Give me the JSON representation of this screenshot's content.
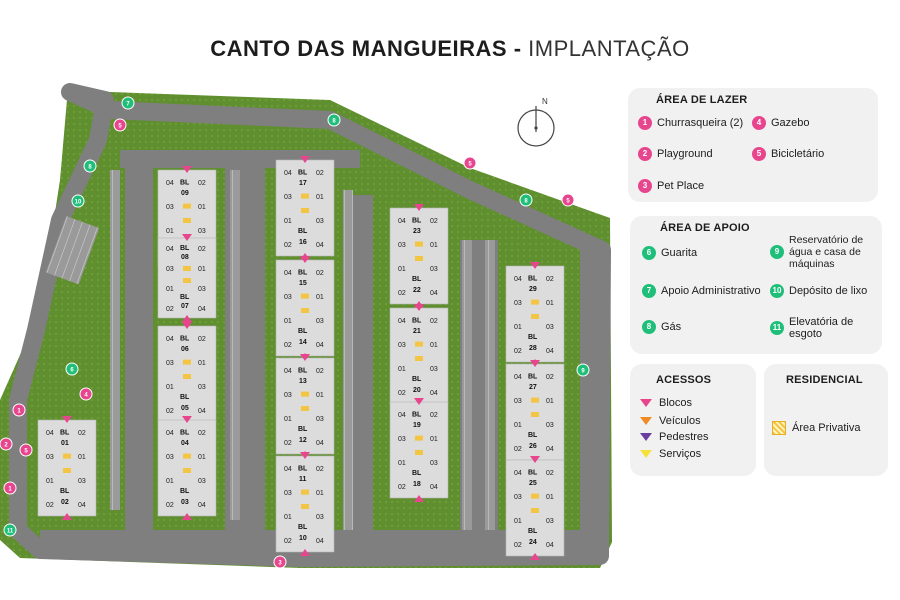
{
  "title": {
    "bold": "CANTO DAS MANGUEIRAS",
    "separator": "-",
    "light": "IMPLANTAÇÃO"
  },
  "colors": {
    "lazer": "#e8458f",
    "apoio": "#1fbf7a",
    "blocos": "#e8458f",
    "veiculos": "#f08a24",
    "pedestres": "#6b3fa0",
    "servicos": "#f4e23a"
  },
  "lazer": {
    "title": "ÁREA DE LAZER",
    "items": [
      {
        "num": "1",
        "label": "Churrasqueira (2)"
      },
      {
        "num": "2",
        "label": "Playground"
      },
      {
        "num": "3",
        "label": "Pet Place"
      },
      {
        "num": "4",
        "label": "Gazebo"
      },
      {
        "num": "5",
        "label": "Bicicletário"
      }
    ]
  },
  "apoio": {
    "title": "ÁREA DE APOIO",
    "items": [
      {
        "num": "6",
        "label": "Guarita"
      },
      {
        "num": "7",
        "label": "Apoio Administrativo"
      },
      {
        "num": "8",
        "label": "Gás"
      },
      {
        "num": "9",
        "label": "Reservatório de água e casa de máquinas"
      },
      {
        "num": "10",
        "label": "Depósito de lixo"
      },
      {
        "num": "11",
        "label": "Elevatória de esgoto"
      }
    ]
  },
  "acessos": {
    "title": "ACESSOS",
    "items": [
      {
        "label": "Blocos",
        "icon": "pink-triangle-icon"
      },
      {
        "label": "Veículos",
        "icon": "orange-triangle-icon"
      },
      {
        "label": "Pedestres",
        "icon": "purple-triangle-icon"
      },
      {
        "label": "Serviços",
        "icon": "yellow-triangle-icon"
      }
    ]
  },
  "residencial": {
    "title": "RESIDENCIAL",
    "item": "Área Privativa",
    "icon": "hatch-swatch-icon"
  },
  "compass": {
    "label": "N",
    "icon": "north-arrow-icon"
  },
  "units": {
    "a": "04",
    "b": "02",
    "c": "03",
    "d": "01",
    "prefix": "BL"
  },
  "blocks": [
    "01",
    "02",
    "03",
    "04",
    "05",
    "06",
    "07",
    "08",
    "09",
    "10",
    "11",
    "12",
    "13",
    "14",
    "15",
    "16",
    "17",
    "18",
    "19",
    "20",
    "21",
    "22",
    "23",
    "24",
    "25",
    "26",
    "27",
    "28",
    "29"
  ]
}
